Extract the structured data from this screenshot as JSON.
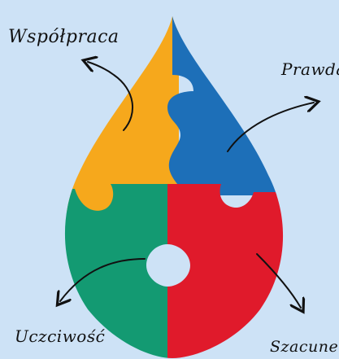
{
  "labels": {
    "top_left": "Współpraca",
    "top_right": "Prawda",
    "bottom_left": "Uczciwość",
    "bottom_right": "Szacunek"
  },
  "colors": {
    "background": "#cde2f6",
    "yellow": "#f6a81c",
    "blue": "#1d6fb8",
    "green": "#139a72",
    "red": "#e01a2b",
    "ink": "#111111"
  },
  "icons": {
    "drop": "water-drop-icon",
    "arrows": "hand-drawn-arrow-icon"
  }
}
